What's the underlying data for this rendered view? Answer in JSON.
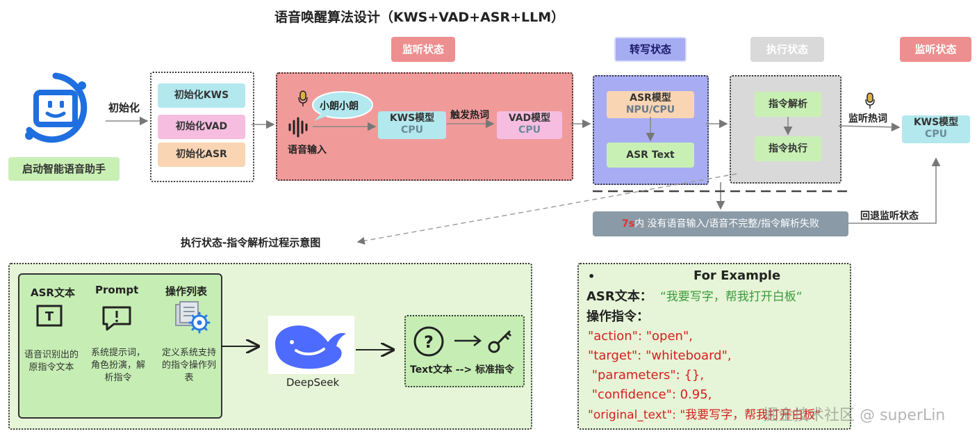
{
  "title": "语音唤醒算法设计（KWS+VAD+ASR+LLM）",
  "states": {
    "listen1": "监听状态",
    "transcribe": "转写状态",
    "execute": "执行状态",
    "listen2": "监听状态"
  },
  "left": {
    "init_arrow_label": "初始化",
    "start_label": "启动智能语音助手",
    "init_kws": "初始化KWS",
    "init_vad": "初始化VAD",
    "init_asr": "初始化ASR"
  },
  "listen_block": {
    "wake_word": "小朗小朗",
    "voice_input": "语音输入",
    "kws_title": "KWS模型",
    "kws_sub": "CPU",
    "trigger": "触发热词",
    "vad_title": "VAD模型",
    "vad_sub": "CPU"
  },
  "asr_block": {
    "asr_title": "ASR模型",
    "asr_sub": "NPU/CPU",
    "asr_text": "ASR Text"
  },
  "exec_block": {
    "parse": "指令解析",
    "run": "指令执行"
  },
  "right": {
    "listen_hotword": "监听热词",
    "kws_title": "KWS模型",
    "kws_sub": "CPU",
    "fallback": "回退监听状态",
    "timeout_prefix": "7s",
    "timeout_text": "内 没有语音输入/语音不完整/指令解析失败"
  },
  "exec_diagram_title": "执行状态-指令解析过程示意图",
  "bottom_left": {
    "col1_title": "ASR文本",
    "col1_desc": "语音识别出的原指令文本",
    "col2_title": "Prompt",
    "col2_desc": "系统提示词，角色扮演，解析指令",
    "col3_title": "操作列表",
    "col3_desc": "定义系统支持的指令操作列表",
    "deepseek": "DeepSeek",
    "result_label": "Text文本 --> 标准指令"
  },
  "example": {
    "bullet": "•",
    "heading": "For Example",
    "asr_label": "ASR文本：",
    "asr_value": "“我要写字，帮我打开白板“",
    "op_label": "操作指令：",
    "lines": [
      "\"action\": \"open\",",
      "\"target\": \"whiteboard\",",
      " \"parameters\": {},",
      " \"confidence\": 0.95,",
      "\"original_text\": \"我要写字，帮我打开白板\""
    ]
  },
  "watermark": "掘金技术社区 @ superLin",
  "colors": {
    "red_block": "#f19a9a",
    "blue_block": "#a8adf3",
    "grey_block": "#d9d9d9",
    "green_panel": "#e6f5d7",
    "logo_blue": "#1f6fe0",
    "deepseek_blue": "#4d6bfe"
  }
}
